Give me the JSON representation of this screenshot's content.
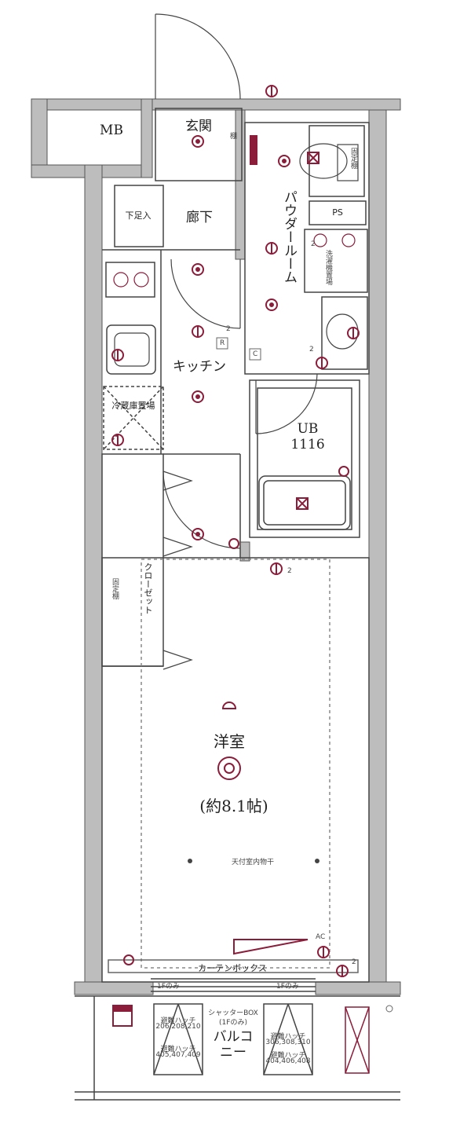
{
  "rooms": {
    "mb": "MB",
    "genkan": "玄関",
    "roka": "廊下",
    "shimo_ashiire": "下足入",
    "powder_room": "パウダールーム",
    "ps": "PS",
    "kitchen": "キッチン",
    "ub": "UB",
    "ub_size": "1116",
    "closet": "クローゼット",
    "fixed_shelf": "固定棚",
    "western_room": "洋室",
    "western_room_area": "(約8.1帖)",
    "balcony": "バルコニー"
  },
  "labels": {
    "shoe_box": "下足入",
    "shelf_genkan": "棚",
    "washer_area": "洗濯機置場",
    "fixed_shelf_powder": "固定棚",
    "fridge": "冷蔵庫置場",
    "ceiling_dryer": "天付室内物干",
    "curtain_box": "カーテンボックス",
    "first_floor_only_left": "1Fのみ",
    "first_floor_only_right": "1Fのみ",
    "shutter_box": "シャッターBOX",
    "shutter_box_note": "(1Fのみ)",
    "hatch_left_1": "避難ハッチ",
    "hatch_left_1_rooms": "206,208,210",
    "hatch_left_2": "避難ハッチ",
    "hatch_left_2_rooms": "405,407,409",
    "hatch_right_1": "避難ハッチ",
    "hatch_right_1_rooms": "306,308,310",
    "hatch_right_2": "避難ハッチ",
    "hatch_right_2_rooms": "404,406,408",
    "ac": "AC",
    "outlet_2a": "2",
    "outlet_2b": "2",
    "outlet_2c": "2",
    "outlet_2d": "2",
    "outlet_2e": "2",
    "r_mark": "R",
    "c_mark": "C"
  },
  "colors": {
    "wall_fill": "#bdbdbd",
    "wall_stroke": "#555555",
    "line": "#444444",
    "symbol": "#8b1c3a",
    "dash": "#888888"
  }
}
